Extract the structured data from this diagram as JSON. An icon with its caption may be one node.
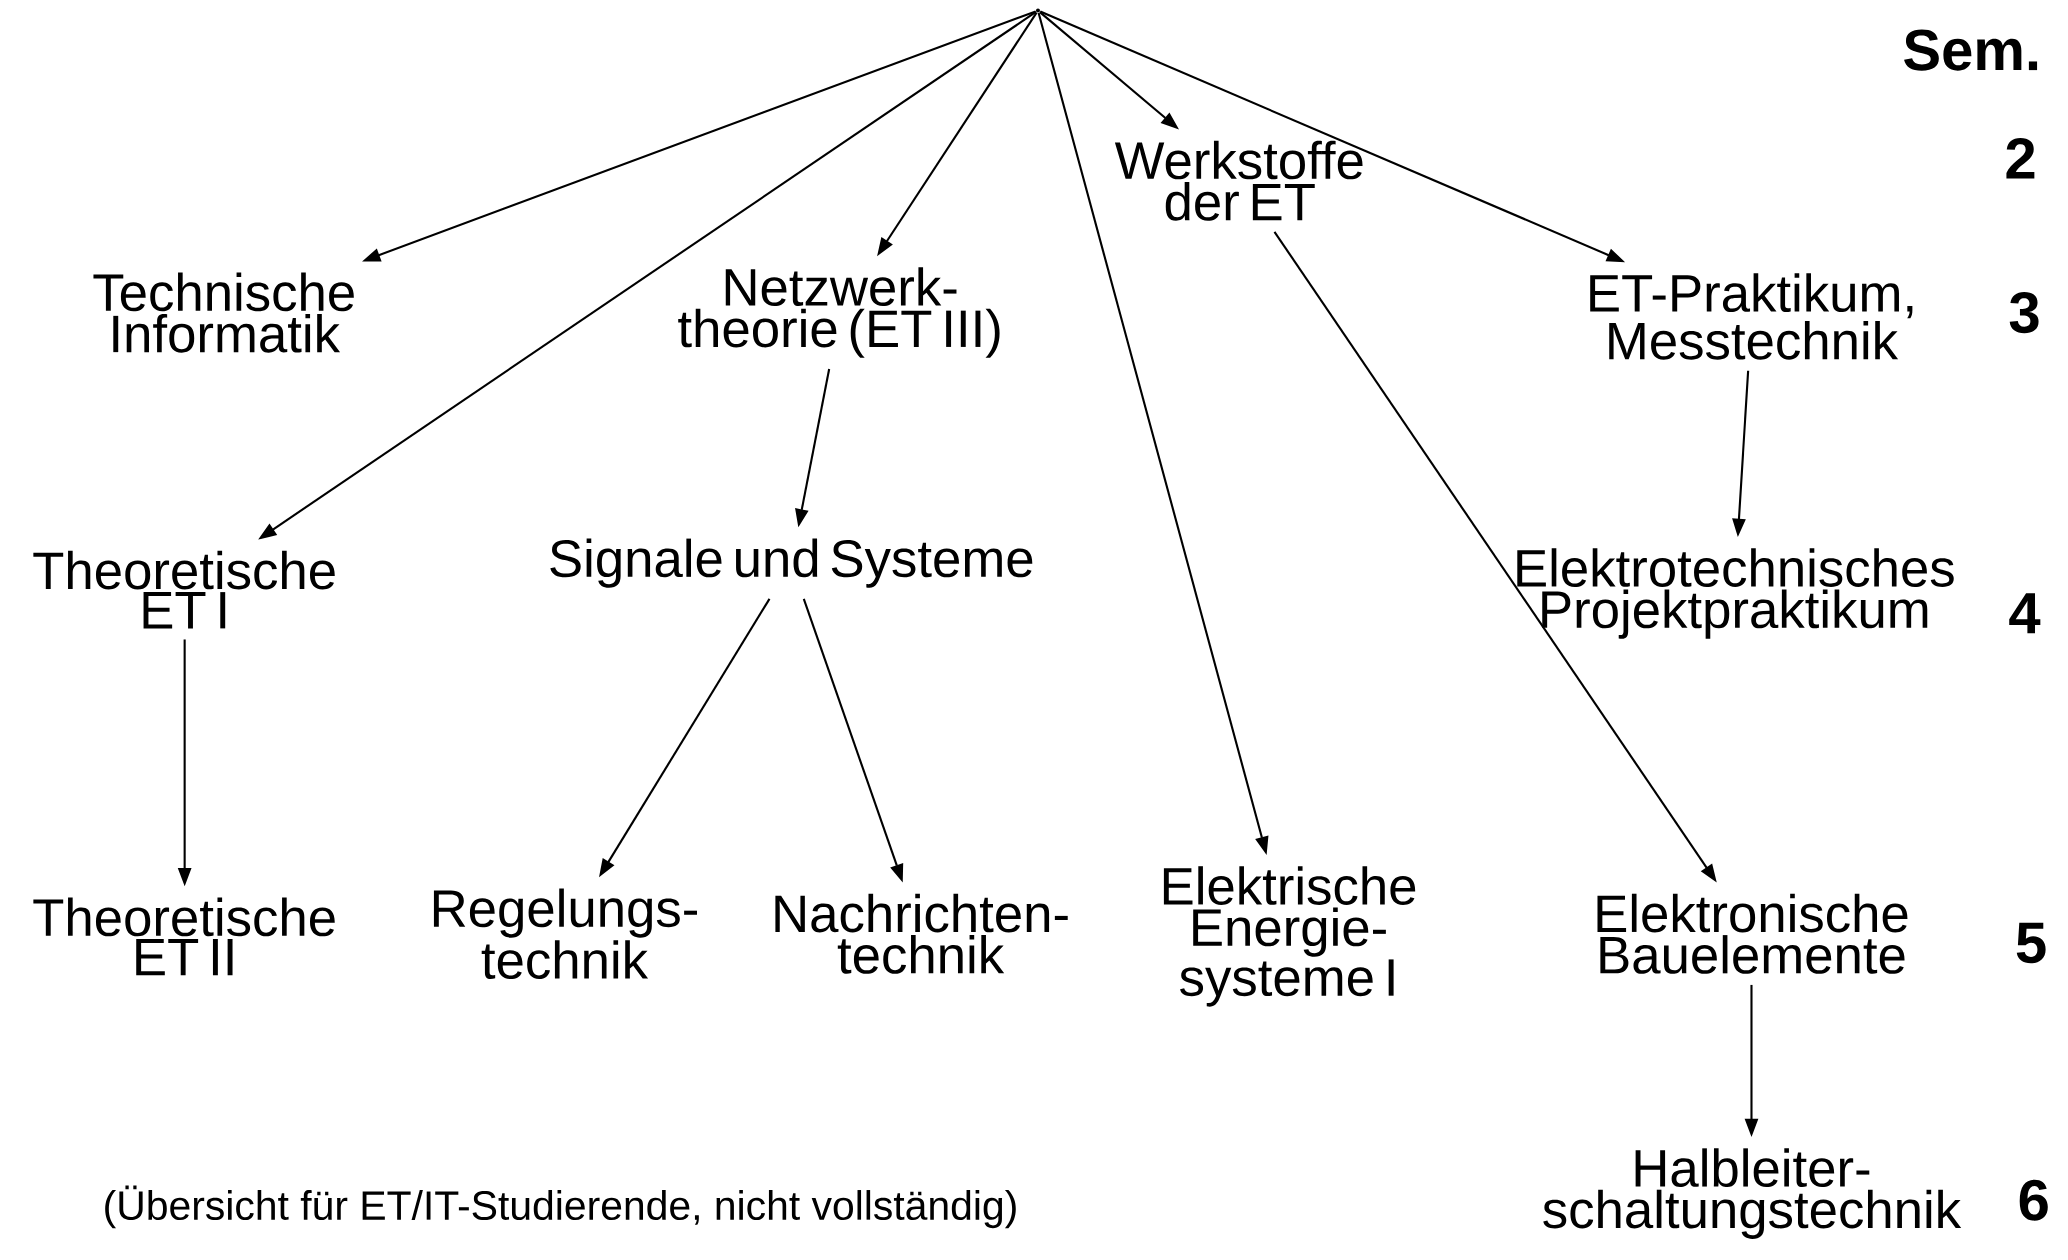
{
  "diagram": {
    "caption": "(Übersicht für ET/IT-Studierende, nicht vollständig)",
    "nodes": [
      {
        "text": [],
        "shape": "point"
      },
      {
        "text": [
          "Technische Informatik"
        ]
      },
      {
        "text": [
          "Netzwerk- theorie (ET III)"
        ]
      },
      {
        "text": [
          "Werkstoffe der ET"
        ]
      },
      {
        "text": [
          "ET-Praktikum, Messtechnik"
        ]
      },
      {
        "text": [
          "Theoretische ET I"
        ]
      },
      {
        "text": [
          "Signale und Systeme"
        ]
      },
      {
        "text": [
          "Elektrotechnisches Projektpraktikum"
        ]
      },
      {
        "text": [
          "Theoretische ET II"
        ]
      },
      {
        "text": [
          "Regelungs- technik"
        ]
      },
      {
        "text": [
          "Nachrichten- technik"
        ]
      },
      {
        "text": [
          "Elektrische Energie- systeme I"
        ]
      },
      {
        "text": [
          "Elektronische Bauelemente"
        ]
      },
      {
        "text": [
          "Halbleiter- schaltungstechnik"
        ]
      }
    ],
    "edges": [
      {
        "from": 0,
        "to": 1,
        "arrow": "to"
      },
      {
        "from": 0,
        "to": 5,
        "arrow": "to"
      },
      {
        "from": 0,
        "to": 2,
        "arrow": "to"
      },
      {
        "from": 0,
        "to": 3,
        "arrow": "to"
      },
      {
        "from": 0,
        "to": 11,
        "arrow": "to"
      },
      {
        "from": 0,
        "to": 4,
        "arrow": "to"
      },
      {
        "from": 2,
        "to": 6,
        "arrow": "to"
      },
      {
        "from": 6,
        "to": 9,
        "arrow": "to"
      },
      {
        "from": 6,
        "to": 10,
        "arrow": "to"
      },
      {
        "from": 3,
        "to": 12,
        "arrow": "to"
      },
      {
        "from": 4,
        "to": 7,
        "arrow": "to"
      },
      {
        "from": 5,
        "to": 8,
        "arrow": "to"
      },
      {
        "from": 12,
        "to": 13,
        "arrow": "to"
      }
    ],
    "labels": [
      "Sem.",
      "2",
      "3",
      "4",
      "5",
      "6"
    ]
  }
}
